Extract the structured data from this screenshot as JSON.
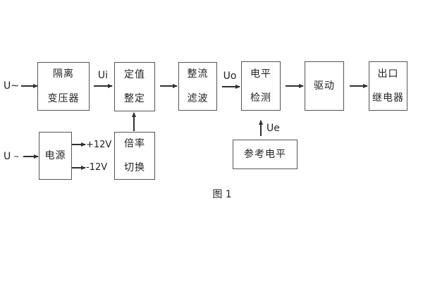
{
  "figure": {
    "caption": "图 1",
    "background_color": "#ffffff",
    "line_color": "#303034",
    "box_border_color": "#54555a",
    "text_color": "#232326"
  },
  "boxes": {
    "isolation_transformer": "隔离\n变压器",
    "value_setting": "定值\n整定",
    "rectifier_filter": "整流\n滤波",
    "level_detection": "电平\n检测",
    "drive": "驱动",
    "output_relay": "出口\n继电器",
    "power_supply": "电源",
    "ratio_switch": "倍率\n切换",
    "reference_level": "参考电平"
  },
  "labels": {
    "input_ac": "U~",
    "ui": "Ui",
    "uo": "Uo",
    "input_dc": "U –",
    "plus_12v": "+12V",
    "minus_12v": "-12V",
    "ue": "Ue"
  }
}
